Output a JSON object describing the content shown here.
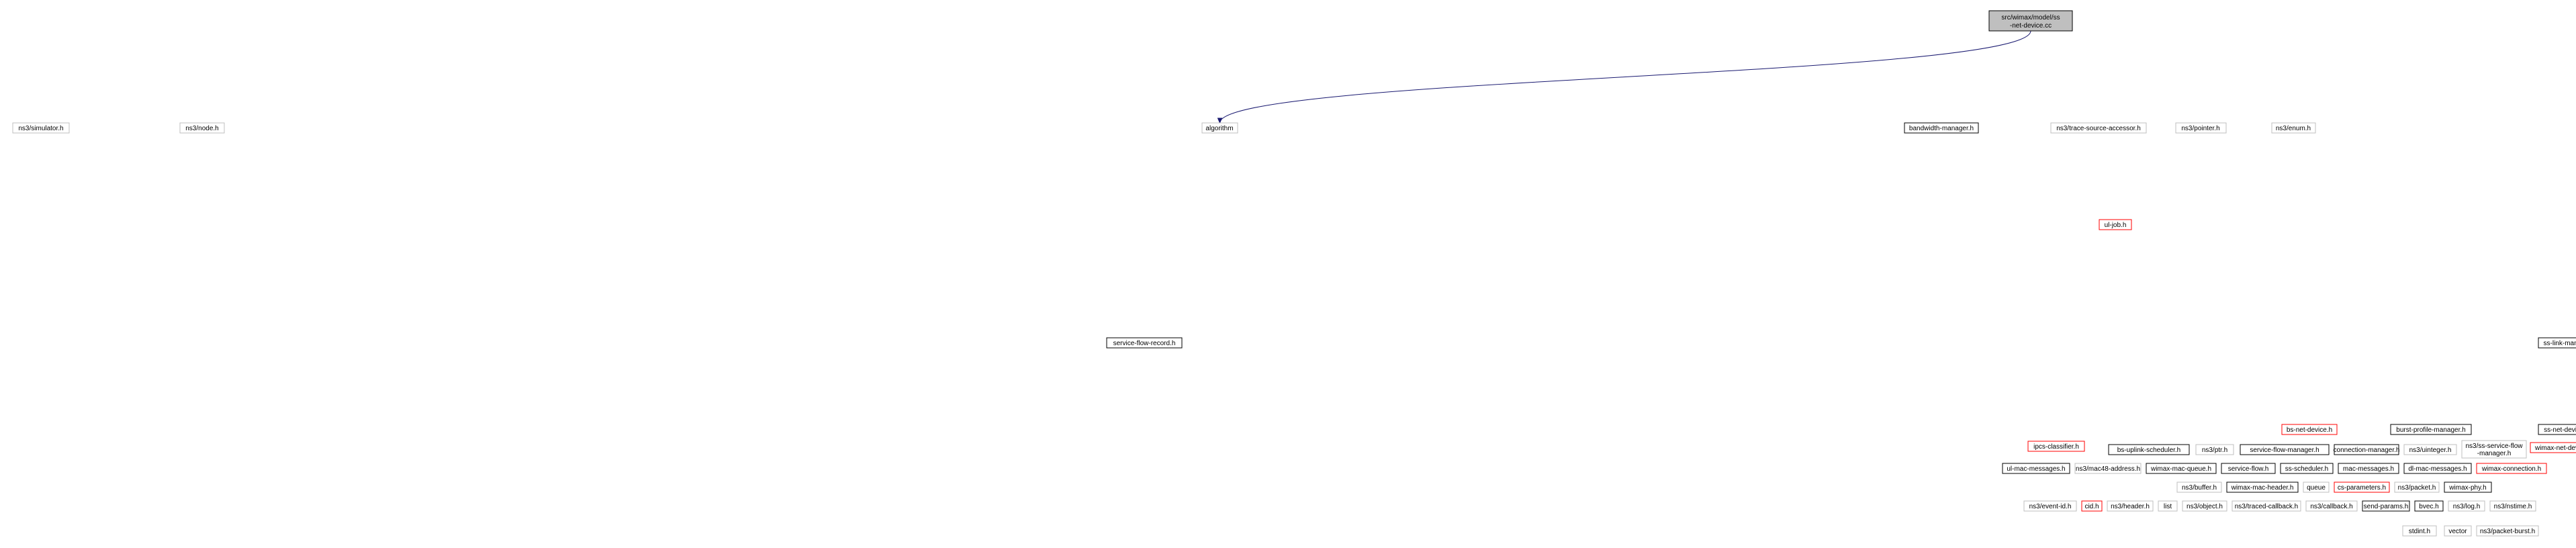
{
  "graph": {
    "root": "ss-net-device.cc",
    "nodes": [
      {
        "id": "root",
        "line1": "src/wimax/model/ss",
        "line2": "-net-device.cc",
        "kind": "root"
      },
      {
        "id": "simulator",
        "label": "ns3/simulator.h",
        "kind": "plain"
      },
      {
        "id": "node",
        "label": "ns3/node.h",
        "kind": "plain"
      },
      {
        "id": "sfr",
        "label": "service-flow-record.h",
        "kind": "doc"
      },
      {
        "id": "algorithm",
        "label": "algorithm",
        "kind": "plain"
      },
      {
        "id": "bwm",
        "label": "bandwidth-manager.h",
        "kind": "doc"
      },
      {
        "id": "tsa",
        "label": "ns3/trace-source-accessor.h",
        "kind": "plain"
      },
      {
        "id": "pointer",
        "label": "ns3/pointer.h",
        "kind": "plain"
      },
      {
        "id": "enum",
        "label": "ns3/enum.h",
        "kind": "plain"
      },
      {
        "id": "uljob",
        "label": "ul-job.h",
        "kind": "red"
      },
      {
        "id": "bsnd",
        "label": "bs-net-device.h",
        "kind": "red"
      },
      {
        "id": "bpm",
        "label": "burst-profile-manager.h",
        "kind": "doc"
      },
      {
        "id": "sslink",
        "label": "ss-link-manager.h",
        "kind": "doc"
      },
      {
        "id": "ssnd",
        "label": "ss-net-device.h",
        "kind": "doc"
      },
      {
        "id": "ipcs",
        "label": "ipcs-classifier.h",
        "kind": "red"
      },
      {
        "id": "wnd",
        "label": "wimax-net-device.h",
        "kind": "red"
      },
      {
        "id": "sssf",
        "line1": "ns3/ss-service-flow",
        "line2": "-manager.h",
        "kind": "plain"
      },
      {
        "id": "uinteger",
        "label": "ns3/uinteger.h",
        "kind": "plain"
      },
      {
        "id": "connmgr",
        "label": "connection-manager.h",
        "kind": "doc"
      },
      {
        "id": "sfm",
        "label": "service-flow-manager.h",
        "kind": "doc"
      },
      {
        "id": "ptr",
        "label": "ns3/ptr.h",
        "kind": "plain"
      },
      {
        "id": "bsus",
        "label": "bs-uplink-scheduler.h",
        "kind": "doc"
      },
      {
        "id": "wconn",
        "label": "wimax-connection.h",
        "kind": "red"
      },
      {
        "id": "dlmac",
        "label": "dl-mac-messages.h",
        "kind": "doc"
      },
      {
        "id": "macmsg",
        "label": "mac-messages.h",
        "kind": "doc"
      },
      {
        "id": "ssched",
        "label": "ss-scheduler.h",
        "kind": "doc"
      },
      {
        "id": "sflow",
        "label": "service-flow.h",
        "kind": "doc"
      },
      {
        "id": "wmq",
        "label": "wimax-mac-queue.h",
        "kind": "doc"
      },
      {
        "id": "mac48",
        "label": "ns3/mac48-address.h",
        "kind": "plain"
      },
      {
        "id": "ulmac",
        "label": "ul-mac-messages.h",
        "kind": "doc"
      },
      {
        "id": "wphy",
        "label": "wimax-phy.h",
        "kind": "doc"
      },
      {
        "id": "packet",
        "label": "ns3/packet.h",
        "kind": "plain"
      },
      {
        "id": "csparam",
        "label": "cs-parameters.h",
        "kind": "red"
      },
      {
        "id": "queue",
        "label": "queue",
        "kind": "plain"
      },
      {
        "id": "wmh",
        "label": "wimax-mac-header.h",
        "kind": "doc"
      },
      {
        "id": "buffer",
        "label": "ns3/buffer.h",
        "kind": "plain"
      },
      {
        "id": "nstime",
        "label": "ns3/nstime.h",
        "kind": "plain"
      },
      {
        "id": "log",
        "label": "ns3/log.h",
        "kind": "plain"
      },
      {
        "id": "bvec",
        "label": "bvec.h",
        "kind": "doc"
      },
      {
        "id": "sendparams",
        "label": "send-params.h",
        "kind": "doc"
      },
      {
        "id": "callback",
        "label": "ns3/callback.h",
        "kind": "plain"
      },
      {
        "id": "tcb",
        "label": "ns3/traced-callback.h",
        "kind": "plain"
      },
      {
        "id": "object",
        "label": "ns3/object.h",
        "kind": "plain"
      },
      {
        "id": "list",
        "label": "list",
        "kind": "plain"
      },
      {
        "id": "header",
        "label": "ns3/header.h",
        "kind": "plain"
      },
      {
        "id": "cid",
        "label": "cid.h",
        "kind": "red"
      },
      {
        "id": "eventid",
        "label": "ns3/event-id.h",
        "kind": "plain"
      },
      {
        "id": "pburst",
        "label": "ns3/packet-burst.h",
        "kind": "plain"
      },
      {
        "id": "vector",
        "label": "vector",
        "kind": "plain"
      },
      {
        "id": "stdint",
        "label": "stdint.h",
        "kind": "plain"
      }
    ]
  }
}
